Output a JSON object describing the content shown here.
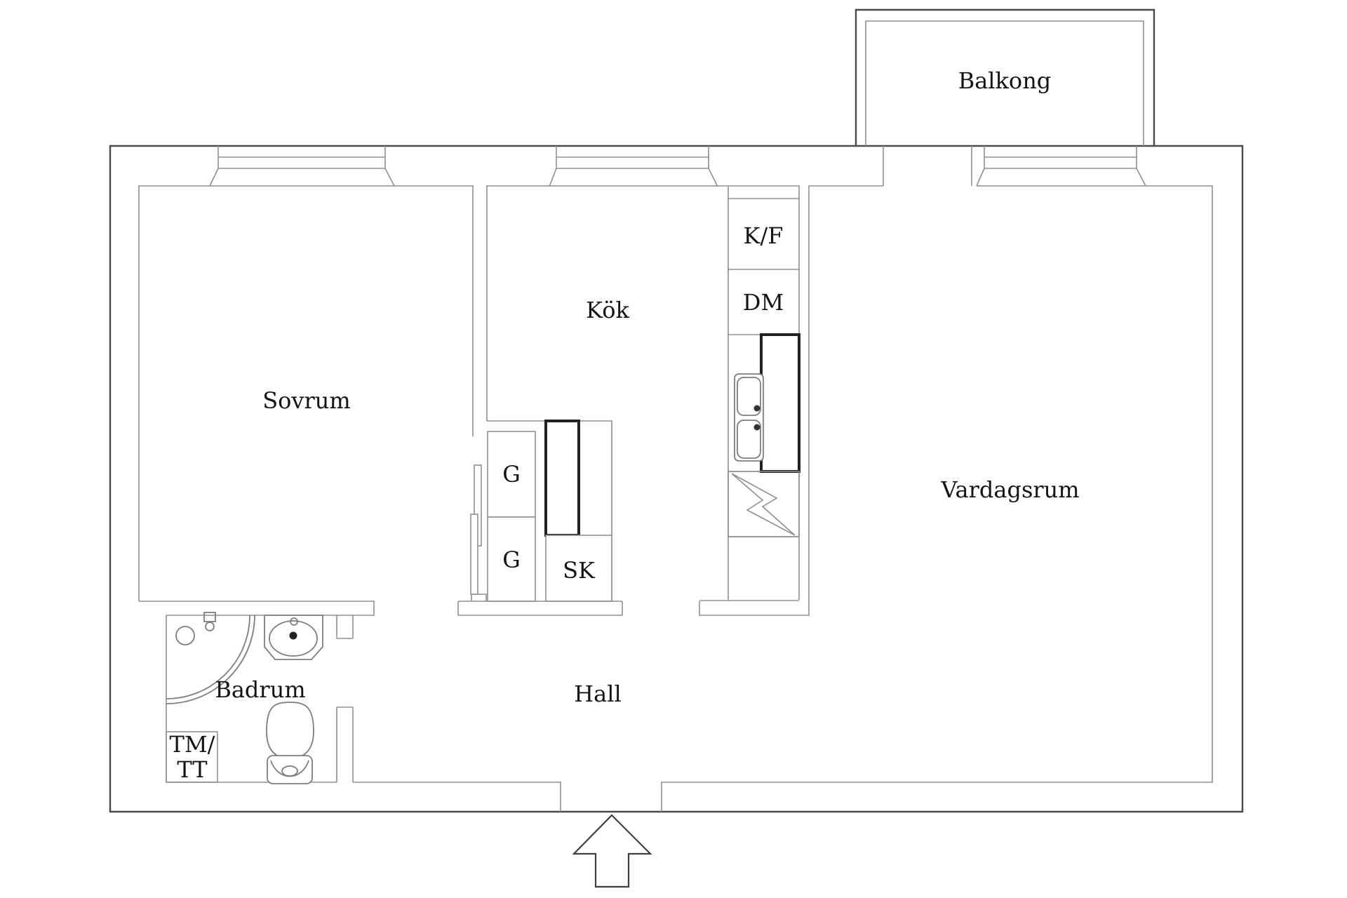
{
  "title": "Floor plan",
  "colors": {
    "outer_wall": "#4a4a4a",
    "inner_wall": "#8f8f8f",
    "thick_cabinet": "#222222",
    "text": "#141414",
    "background": "#ffffff"
  },
  "rooms": {
    "balkong": {
      "label": "Balkong"
    },
    "sovrum": {
      "label": "Sovrum"
    },
    "kok": {
      "label": "Kök"
    },
    "vardagsrum": {
      "label": "Vardagsrum"
    },
    "hall": {
      "label": "Hall"
    },
    "badrum": {
      "label": "Badrum"
    }
  },
  "kitchen_units": {
    "fridge_freezer": {
      "label": "K/F"
    },
    "dishwasher": {
      "label": "DM"
    },
    "wardrobe_1": {
      "label": "G"
    },
    "wardrobe_2": {
      "label": "G"
    },
    "cleaning_closet": {
      "label": "SK"
    }
  },
  "laundry": {
    "washer_dryer_line1": "TM/",
    "washer_dryer_line2": "TT"
  },
  "fixtures": [
    "entrance-arrow-icon",
    "toilet-icon",
    "washbasin-icon",
    "shower-corner-icon",
    "kitchen-double-sink-icon",
    "stove-lightning-icon",
    "window-icon",
    "balcony-door-icon"
  ]
}
